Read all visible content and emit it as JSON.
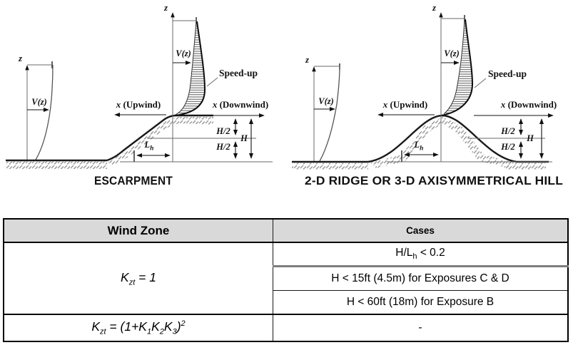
{
  "diagram_labels": {
    "z": "z",
    "vz": "V(z)",
    "speed_up": "Speed-up",
    "x": "x",
    "upwind": " (Upwind)",
    "downwind": " (Downwind)",
    "h2": "H/2",
    "h": "H",
    "l": "L",
    "l_sub": "h"
  },
  "captions": {
    "left": "ESCARPMENT",
    "right": "2-D RIDGE OR 3-D AXISYMMETRICAL HILL"
  },
  "table": {
    "header": {
      "wind_zone": "Wind Zone",
      "cases": "Cases"
    },
    "zone1": {
      "k": "K",
      "sub": "zt",
      "rest": " = 1"
    },
    "zone1_cases": {
      "c1_pre": "H/L",
      "c1_sub": "h",
      "c1_post": " < 0.2",
      "c2": "H < 15ft (4.5m) for Exposures C & D",
      "c3": "H < 60ft (18m) for Exposure B"
    },
    "zone2": {
      "k1": "K",
      "sub1": "zt",
      "mid": " = (1+K",
      "s1": "1",
      "k2": "K",
      "s2": "2",
      "k3": "K",
      "s3": "3",
      "close": ")",
      "sup": "2",
      "case": "-"
    }
  },
  "colors": {
    "header_bg": "#d9d9d9",
    "line": "#1a1a1a",
    "hatch": "#9a9a9a"
  }
}
